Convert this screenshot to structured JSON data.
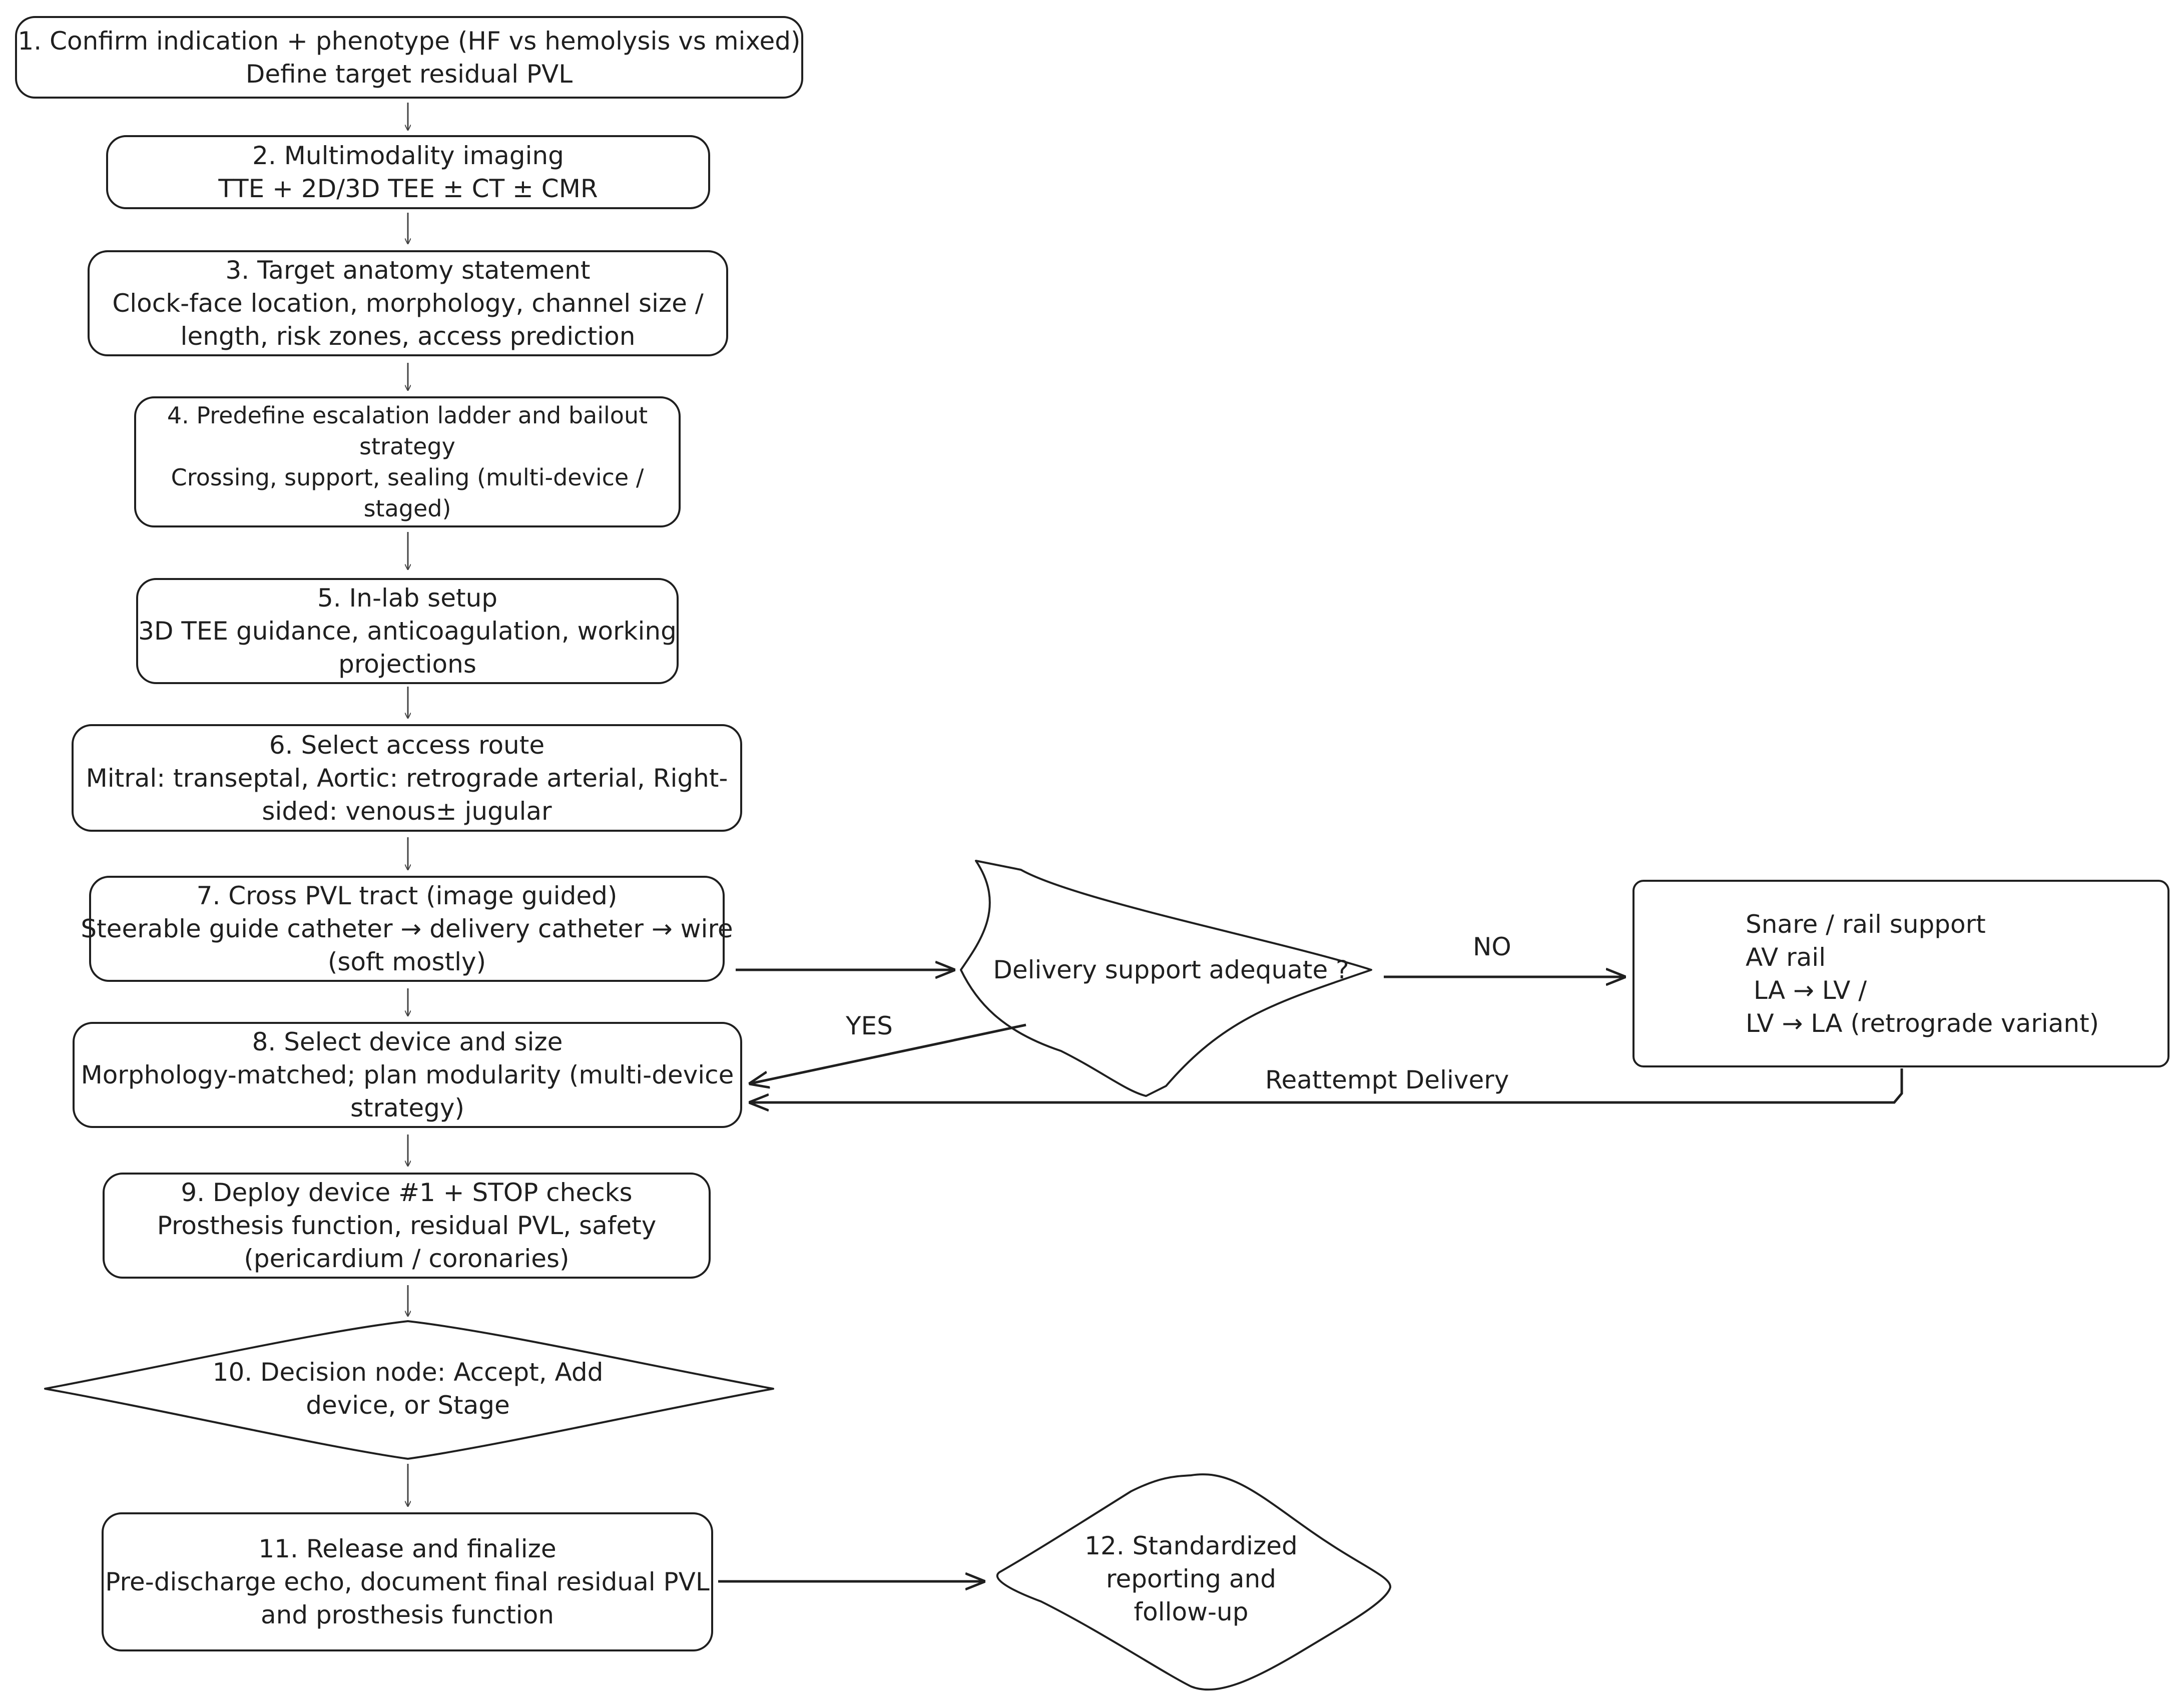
{
  "colors": {
    "stroke": "#1f1f1f",
    "background": "#ffffff"
  },
  "steps": {
    "s1": {
      "lines": [
        "1. Confirm indication + phenotype (HF vs hemolysis vs mixed)",
        "Define target residual PVL"
      ]
    },
    "s2": {
      "lines": [
        "2. Multimodality imaging",
        "TTE + 2D/3D TEE ± CT ± CMR"
      ]
    },
    "s3": {
      "lines": [
        "3. Target anatomy statement",
        "Clock-face location, morphology, channel size /",
        "length, risk zones, access prediction"
      ]
    },
    "s4": {
      "lines": [
        "4. Predefine escalation ladder and bailout",
        "strategy",
        "Crossing, support, sealing (multi-device /",
        "staged)"
      ]
    },
    "s5": {
      "lines": [
        "5. In-lab setup",
        "3D TEE guidance, anticoagulation, working",
        "projections"
      ]
    },
    "s6": {
      "lines": [
        "6. Select access route",
        "Mitral: transeptal, Aortic: retrograde arterial, Right-",
        "sided: venous± jugular"
      ]
    },
    "s7": {
      "lines": [
        "7. Cross PVL tract (image guided)",
        "Steerable guide catheter → delivery catheter → wire",
        "(soft mostly)"
      ]
    },
    "s8": {
      "lines": [
        "8. Select device and size",
        "Morphology-matched; plan modularity (multi-device",
        "strategy)"
      ]
    },
    "s9": {
      "lines": [
        "9. Deploy device #1 + STOP checks",
        "Prosthesis function, residual PVL, safety",
        "(pericardium / coronaries)"
      ]
    },
    "s10": {
      "lines": [
        "10. Decision node: Accept, Add",
        "device, or Stage"
      ]
    },
    "s11": {
      "lines": [
        "11. Release and finalize",
        "Pre-discharge echo, document final residual PVL",
        "and prosthesis function"
      ]
    },
    "s12": {
      "lines": [
        "12. Standardized",
        "reporting and",
        "follow-up"
      ]
    }
  },
  "decision": {
    "lines": [
      "Delivery support adequate ?"
    ]
  },
  "bailout": {
    "lines": [
      "Snare / rail support",
      "AV rail",
      " LA → LV /",
      "LV → LA (retrograde variant)"
    ]
  },
  "edge_labels": {
    "no": "NO",
    "yes": "YES",
    "reattempt": "Reattempt Delivery"
  }
}
